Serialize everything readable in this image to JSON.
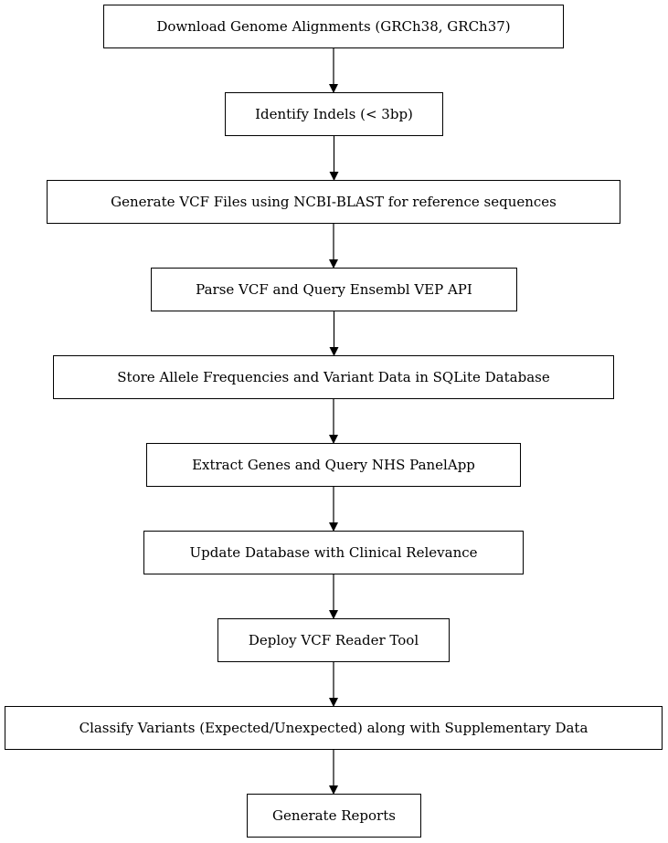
{
  "diagram": {
    "steps": [
      {
        "label": "Download Genome Alignments (GRCh38, GRCh37)"
      },
      {
        "label": "Identify Indels (< 3bp)"
      },
      {
        "label": "Generate VCF Files using NCBI-BLAST for reference sequences"
      },
      {
        "label": "Parse VCF and Query Ensembl VEP API"
      },
      {
        "label": "Store Allele Frequencies and Variant Data in SQLite Database"
      },
      {
        "label": "Extract Genes and Query NHS PanelApp"
      },
      {
        "label": "Update Database with Clinical Relevance"
      },
      {
        "label": "Deploy VCF Reader Tool"
      },
      {
        "label": "Classify Variants (Expected/Unexpected) along with Supplementary Data"
      },
      {
        "label": "Generate Reports"
      }
    ],
    "edges": [
      {
        "from": 0,
        "to": 1
      },
      {
        "from": 1,
        "to": 2
      },
      {
        "from": 2,
        "to": 3
      },
      {
        "from": 3,
        "to": 4
      },
      {
        "from": 4,
        "to": 5
      },
      {
        "from": 5,
        "to": 6
      },
      {
        "from": 6,
        "to": 7
      },
      {
        "from": 7,
        "to": 8
      },
      {
        "from": 8,
        "to": 9
      }
    ]
  }
}
